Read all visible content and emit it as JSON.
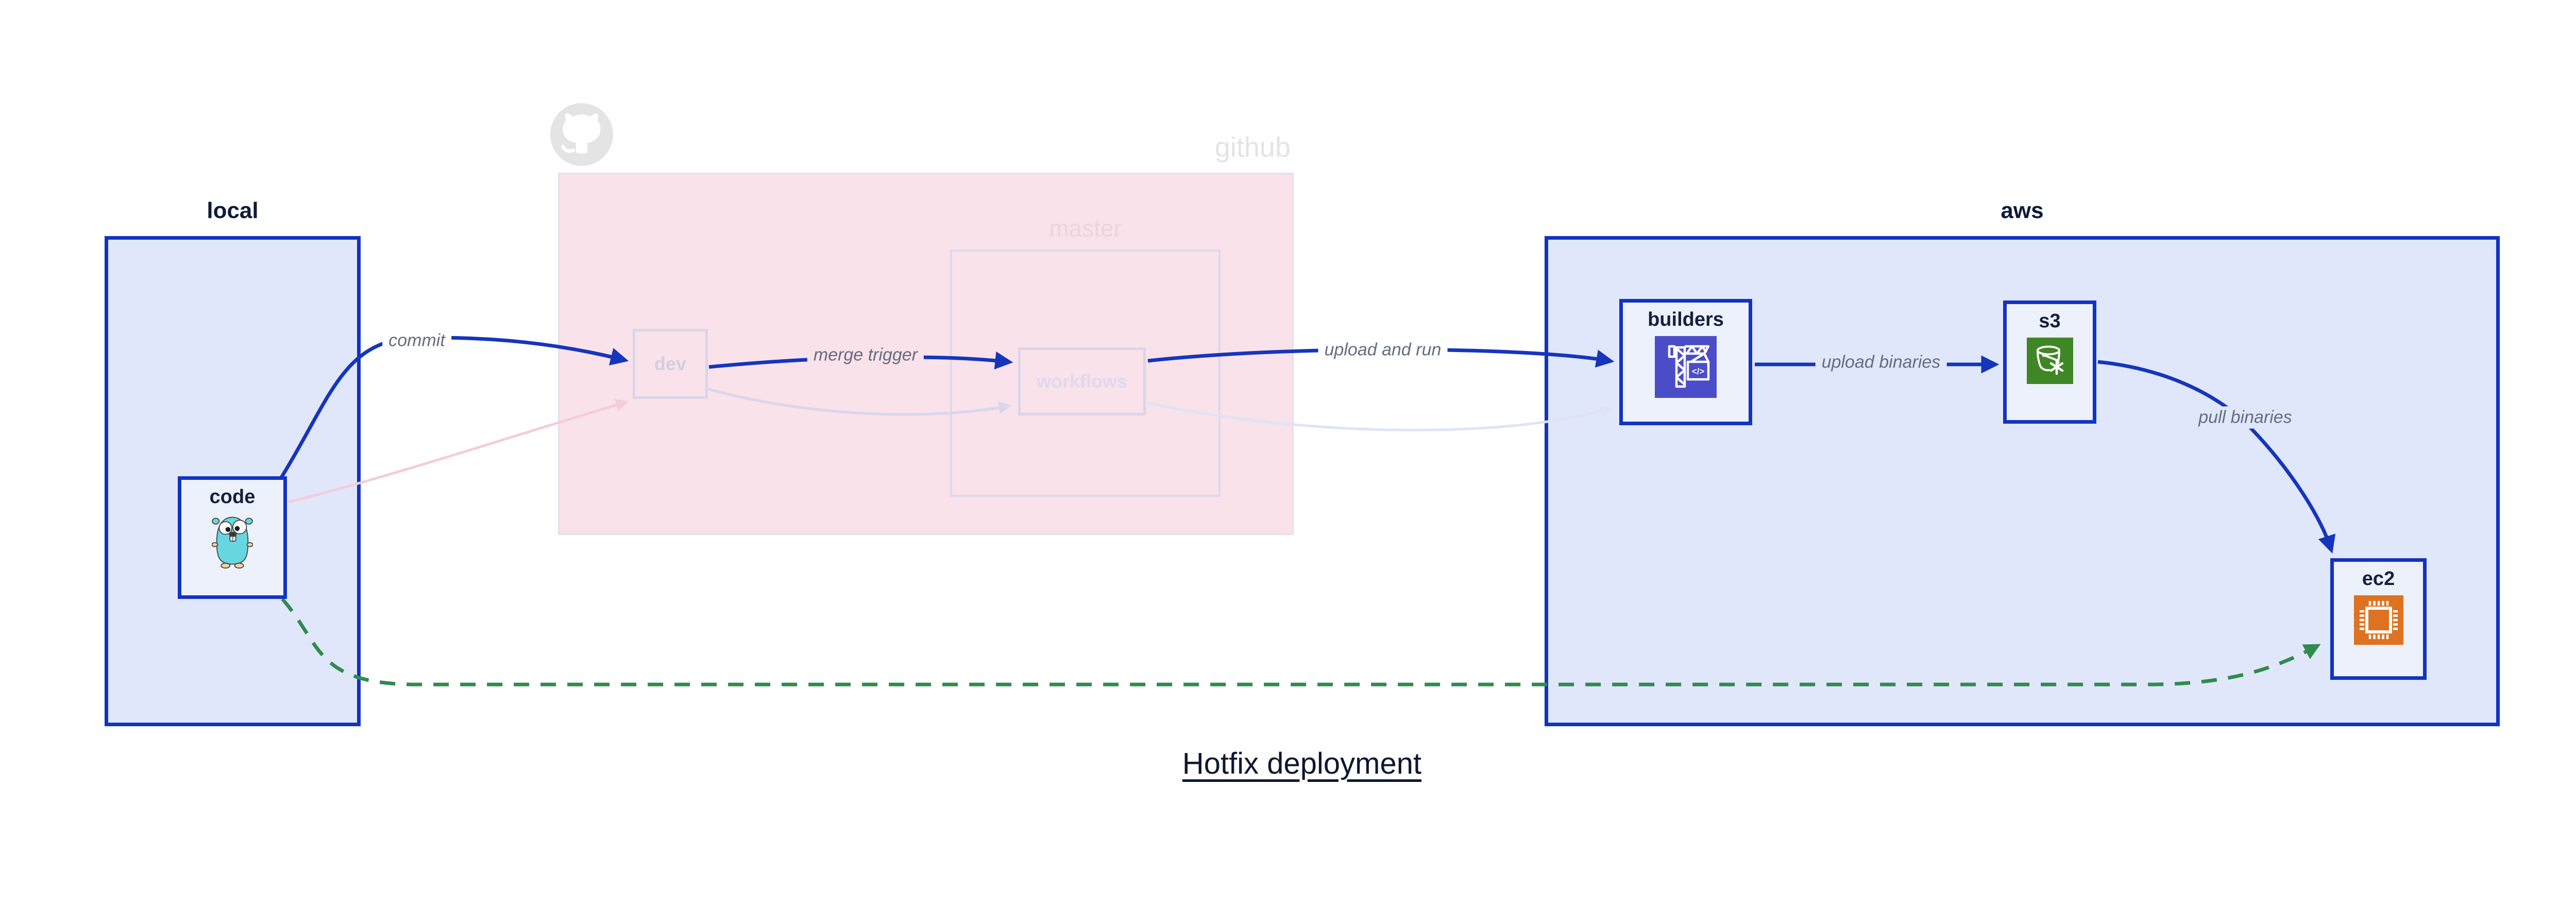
{
  "diagram": {
    "title": "Hotfix deployment",
    "containers": {
      "local": {
        "label": "local"
      },
      "github": {
        "label": "github"
      },
      "master": {
        "label": "master"
      },
      "aws": {
        "label": "aws"
      }
    },
    "nodes": {
      "code": {
        "label": "code",
        "icon": "go-gopher-icon"
      },
      "dev": {
        "label": "dev"
      },
      "workflows": {
        "label": "workflows"
      },
      "builders": {
        "label": "builders",
        "icon": "codebuild-crane-icon",
        "icon_glyph": "</>"
      },
      "s3": {
        "label": "s3",
        "icon": "s3-glacier-bucket-icon"
      },
      "ec2": {
        "label": "ec2",
        "icon": "ec2-chip-icon"
      }
    },
    "edges": {
      "commit": {
        "label": "commit",
        "from": "code",
        "to": "dev",
        "style": "solid-blue"
      },
      "merge_trigger": {
        "label": "merge trigger",
        "from": "dev",
        "to": "workflows",
        "style": "solid-blue"
      },
      "upload_and_run": {
        "label": "upload and run",
        "from": "workflows",
        "to": "builders",
        "style": "solid-blue"
      },
      "upload_binaries": {
        "label": "upload binaries",
        "from": "builders",
        "to": "s3",
        "style": "solid-blue"
      },
      "pull_binaries": {
        "label": "pull binaries",
        "from": "s3",
        "to": "ec2",
        "style": "solid-blue"
      },
      "hotfix_path": {
        "from": "code",
        "to": "ec2",
        "style": "dashed-green"
      },
      "faded_commit": {
        "from": "code",
        "to": "dev",
        "style": "faded-pink"
      },
      "faded_merge": {
        "from": "dev",
        "to": "workflows",
        "style": "faded-lavender"
      },
      "faded_upload": {
        "from": "workflows",
        "to": "builders",
        "style": "faded-lavender"
      }
    },
    "colors": {
      "accent_blue": "#1233c2",
      "edge_blue": "#1535bd",
      "container_fill": "#e1e7fa",
      "node_fill": "#edf1fb",
      "github_fill": "#f9e2e9",
      "faded_pink": "#f3cdda",
      "faded_lavender": "#d9d6ee",
      "faded_lavender_light": "#dfe3f6",
      "hotfix_green": "#2f8b4e",
      "edge_label_gray": "#656d7e",
      "codebuild_indigo": "#4b4dc8",
      "s3_green": "#3f8624",
      "ec2_orange": "#de7220",
      "text_navy": "#0e1a3a",
      "ghost_text": "#d1cee1"
    }
  }
}
